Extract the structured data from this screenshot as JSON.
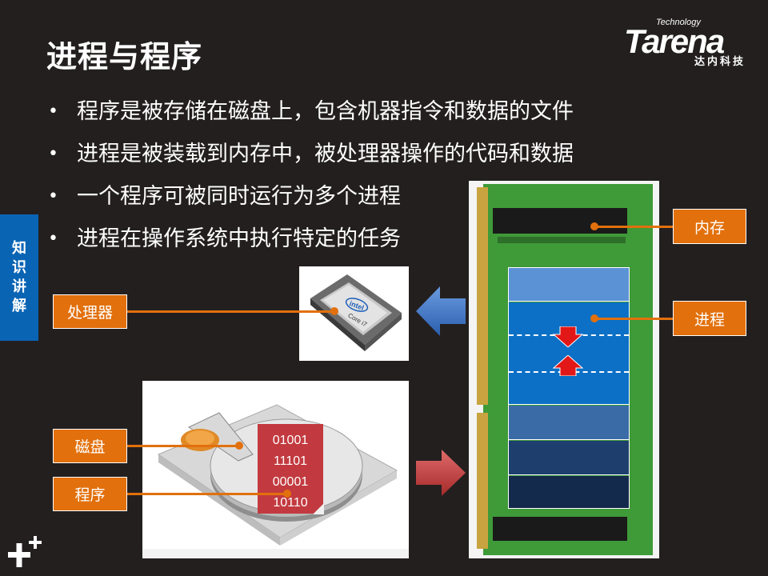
{
  "title": "进程与程序",
  "logo": {
    "tagline": "Technology",
    "brand": "Tarena",
    "subtitle": "达内科技"
  },
  "bullets": [
    "程序是被存储在磁盘上，包含机器指令和数据的文件",
    "进程是被装载到内存中，被处理器操作的代码和数据",
    "一个程序可被同时运行为多个进程",
    "进程在操作系统中执行特定的任务"
  ],
  "bullet_symbol": "•",
  "side_tab": [
    "知",
    "识",
    "讲",
    "解"
  ],
  "labels": {
    "processor": "处理器",
    "disk": "磁盘",
    "program": "程序",
    "memory": "内存",
    "process": "进程"
  },
  "cpu_chip": {
    "brand": "intel",
    "model": "Core i7"
  },
  "binary_lines": [
    "01001",
    "11101",
    "00001",
    "10110"
  ],
  "colors": {
    "background": "#231f1f",
    "accent_orange": "#e2700c",
    "tab_blue": "#0a64b4",
    "binary_red": "#c23a3f",
    "memory_blocks": [
      "#5b92d6",
      "#0c70c6",
      "#3a6ba6",
      "#1e3f6e",
      "#142a4c"
    ],
    "pcb_green": "#3f9a38"
  },
  "icons": [
    "blue-left-arrow-icon",
    "red-right-arrow-icon",
    "red-down-arrow-icon",
    "red-up-arrow-icon",
    "plus-mark-icon"
  ]
}
